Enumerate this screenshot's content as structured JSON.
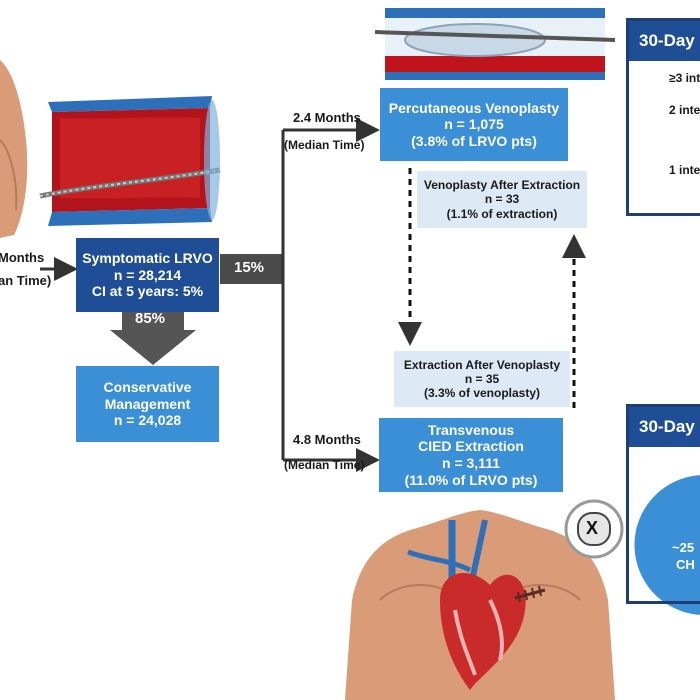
{
  "left_flow": {
    "time_value": "Months",
    "time_label": "an Time)"
  },
  "main_box": {
    "title": "Symptomatic LRVO",
    "count": "n = 28,214",
    "ci": "CI at 5 years: 5%"
  },
  "split": {
    "pct_intervention": "15%",
    "pct_conservative": "85%"
  },
  "conservative_box": {
    "line1": "Conservative",
    "line2": "Management",
    "count": "n = 24,028"
  },
  "venoplasty_path": {
    "time_value": "2.4 Months",
    "time_label": "(Median Time)"
  },
  "venoplasty_box": {
    "title": "Percutaneous Venoplasty",
    "count": "n = 1,075",
    "pct": "(3.8% of LRVO pts)"
  },
  "venoplasty_after_extraction": {
    "title": "Venoplasty After Extraction",
    "count": "n = 33",
    "pct": "(1.1% of extraction)"
  },
  "extraction_after_venoplasty": {
    "title": "Extraction After Venoplasty",
    "count": "n = 35",
    "pct": "(3.3% of venoplasty)"
  },
  "extraction_path": {
    "time_value": "4.8 Months",
    "time_label": "(Median Time)"
  },
  "extraction_box": {
    "line1": "Transvenous",
    "line2": "CIED Extraction",
    "count": "n = 3,111",
    "pct": "(11.0% of LRVO pts)"
  },
  "panel_top": {
    "title": "30-Day",
    "rows": [
      "≥3 inte",
      "2 inte",
      "1 inte"
    ]
  },
  "panel_bottom": {
    "title": "30-Day",
    "pie_label_1": "~25",
    "pie_label_2": "CH"
  },
  "device_icon_label": "X",
  "colors": {
    "dark_blue": "#1f4e96",
    "mid_blue": "#3b8fd6",
    "light_box": "#ddeaf5",
    "arrow_gray": "#555555",
    "vein_blue": "#3f7fc0",
    "clot_red": "#b3141c",
    "skin": "#d99b78"
  }
}
